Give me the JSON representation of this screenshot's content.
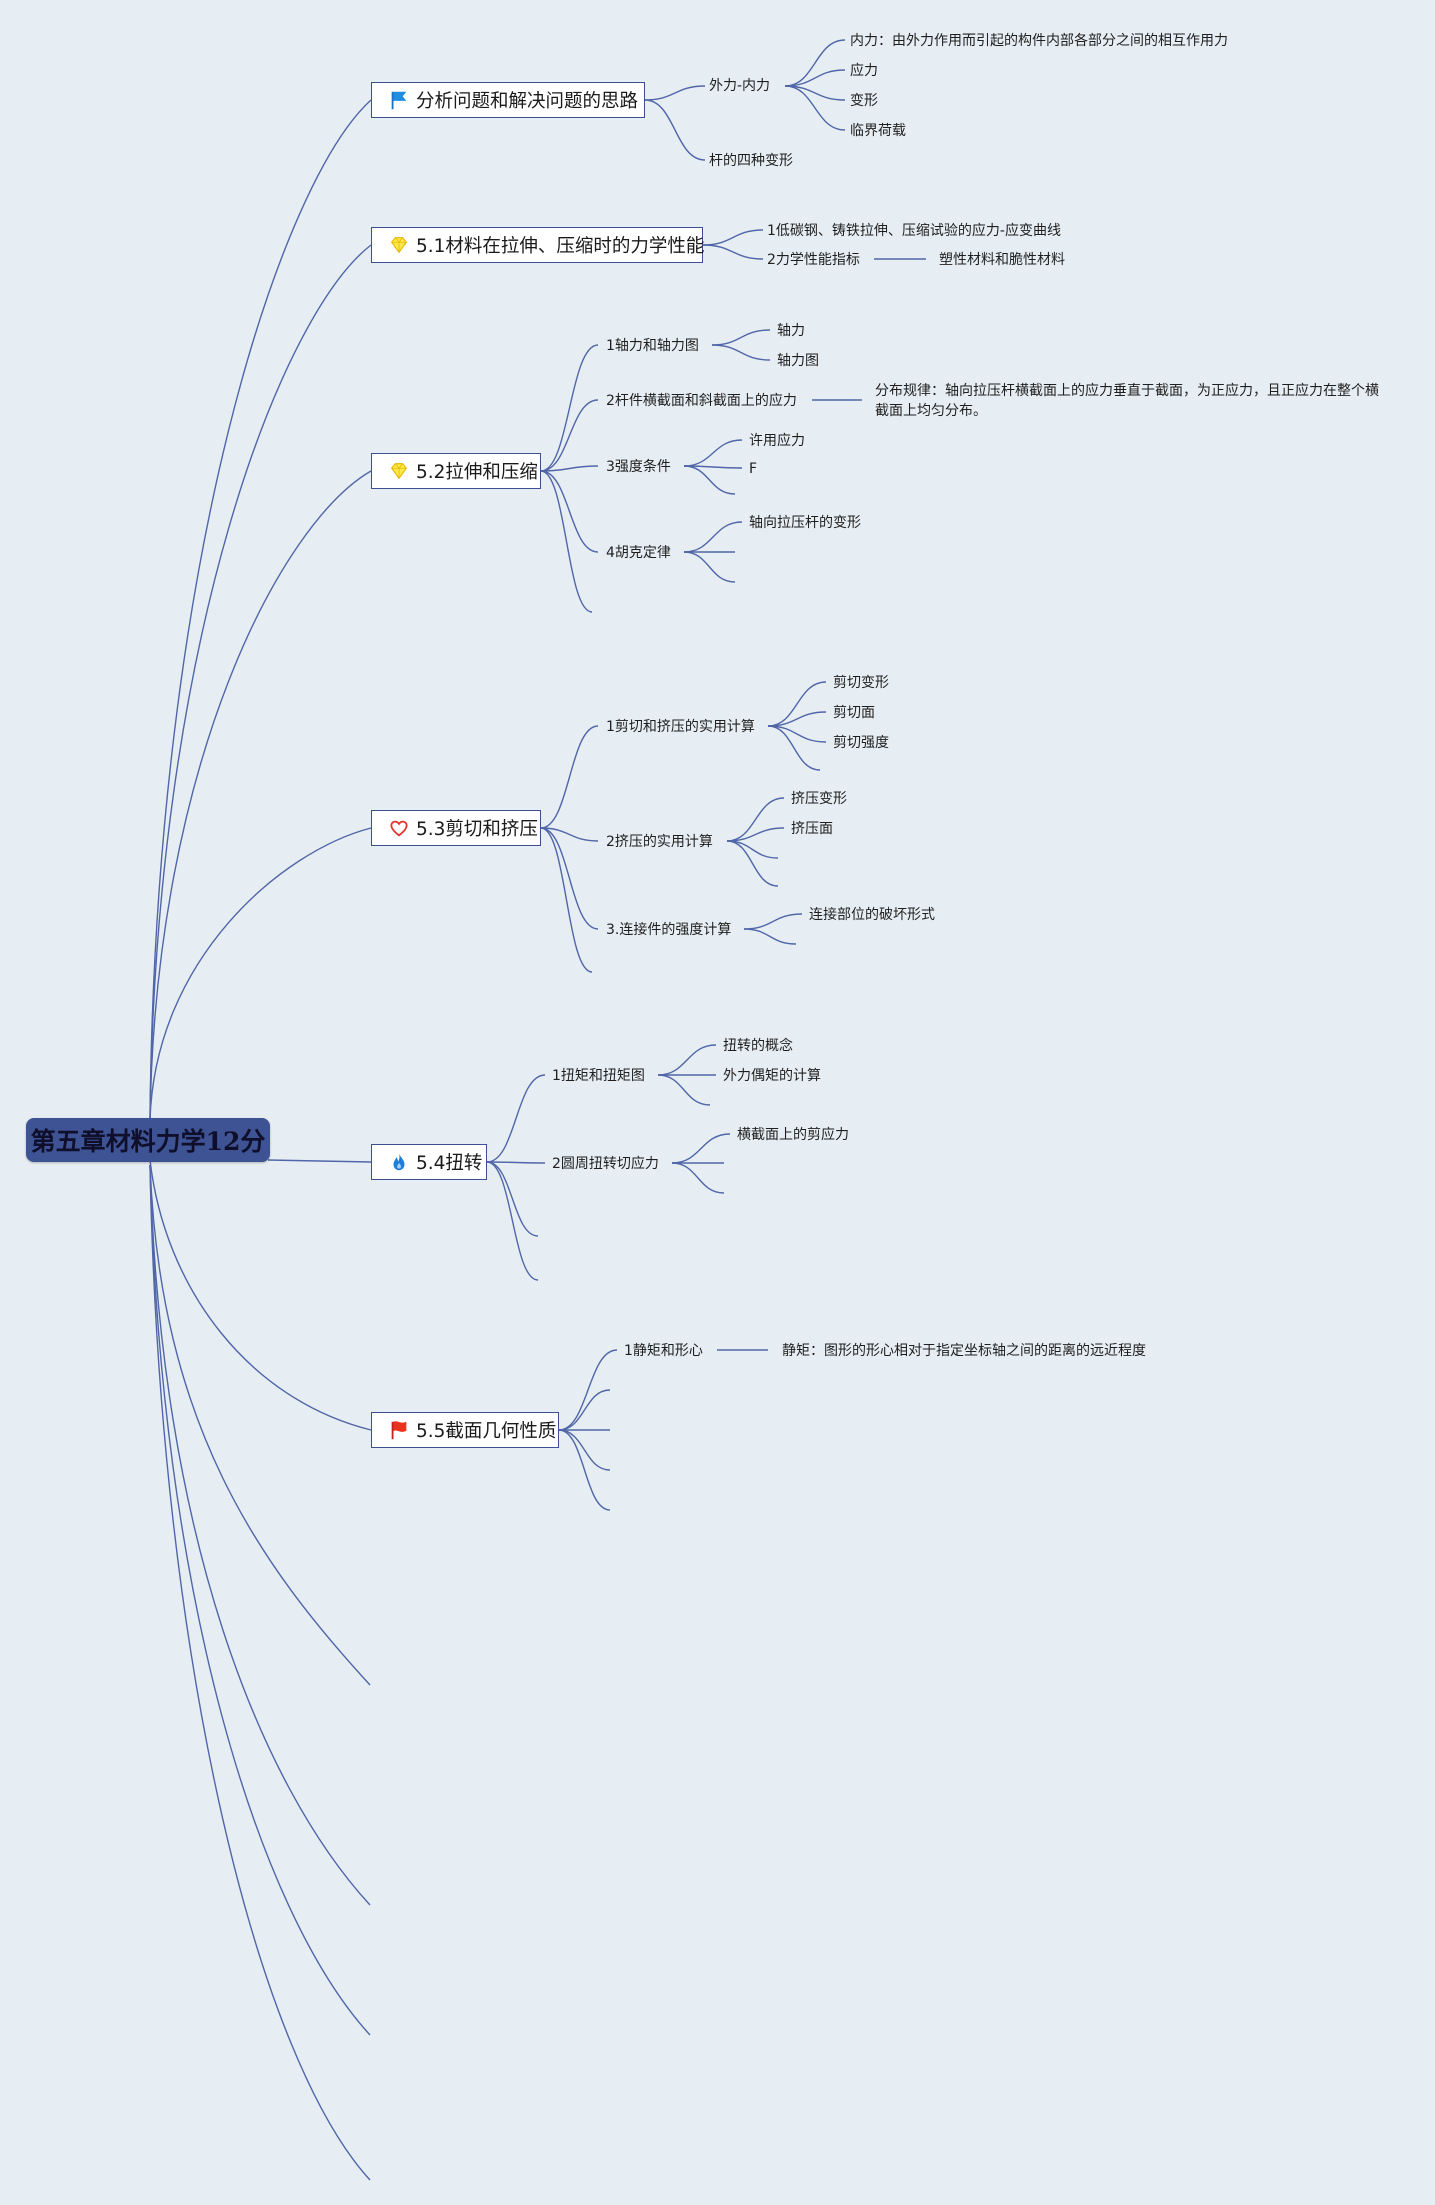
{
  "root": {
    "label": "第五章材料力学12分"
  },
  "branches": [
    {
      "label": "分析问题和解决问题的思路",
      "icon": "blue-flag-icon",
      "children": [
        {
          "label": "外力-内力",
          "children": [
            "内力：由外力作用而引起的构件内部各部分之间的相互作用力",
            "应力",
            "变形",
            "临界荷载"
          ]
        },
        {
          "label": "杆的四种变形",
          "children": []
        }
      ]
    },
    {
      "label": "5.1材料在拉伸、压缩时的力学性能",
      "icon": "yellow-diamond-icon",
      "children": [
        {
          "label": "1低碳钢、铸铁拉伸、压缩试验的应力-应变曲线",
          "children": []
        },
        {
          "label": "2力学性能指标",
          "children": [
            "塑性材料和脆性材料"
          ]
        }
      ]
    },
    {
      "label": "5.2拉伸和压缩",
      "icon": "yellow-diamond-icon",
      "children": [
        {
          "label": "1轴力和轴力图",
          "children": [
            "轴力",
            "轴力图"
          ]
        },
        {
          "label": "2杆件横截面和斜截面上的应力",
          "children": [
            "分布规律：轴向拉压杆横截面上的应力垂直于截面，为正应力，且正应力在整个横截面上均匀分布。"
          ]
        },
        {
          "label": "3强度条件",
          "children": [
            "许用应力",
            "F"
          ]
        },
        {
          "label": "4胡克定律",
          "children": [
            "轴向拉压杆的变形"
          ]
        }
      ]
    },
    {
      "label": "5.3剪切和挤压",
      "icon": "red-heart-icon",
      "children": [
        {
          "label": "1剪切和挤压的实用计算",
          "children": [
            "剪切变形",
            "剪切面",
            "剪切强度"
          ]
        },
        {
          "label": "2挤压的实用计算",
          "children": [
            "挤压变形",
            "挤压面"
          ]
        },
        {
          "label": "3.连接件的强度计算",
          "children": [
            "连接部位的破坏形式"
          ]
        }
      ]
    },
    {
      "label": "5.4扭转",
      "icon": "blue-flame-icon",
      "children": [
        {
          "label": "1扭矩和扭矩图",
          "children": [
            "扭转的概念",
            "外力偶矩的计算"
          ]
        },
        {
          "label": "2圆周扭转切应力",
          "children": [
            "横截面上的剪应力"
          ]
        }
      ]
    },
    {
      "label": "5.5截面几何性质",
      "icon": "red-flag-icon",
      "children": [
        {
          "label": "1静矩和形心",
          "children": [
            "静矩：图形的形心相对于指定坐标轴之间的距离的远近程度"
          ]
        }
      ]
    }
  ],
  "colors": {
    "background": "#e7eef3",
    "line": "#5066a8",
    "root_fill": "#3d5394",
    "box_border": "#3f4f93"
  }
}
